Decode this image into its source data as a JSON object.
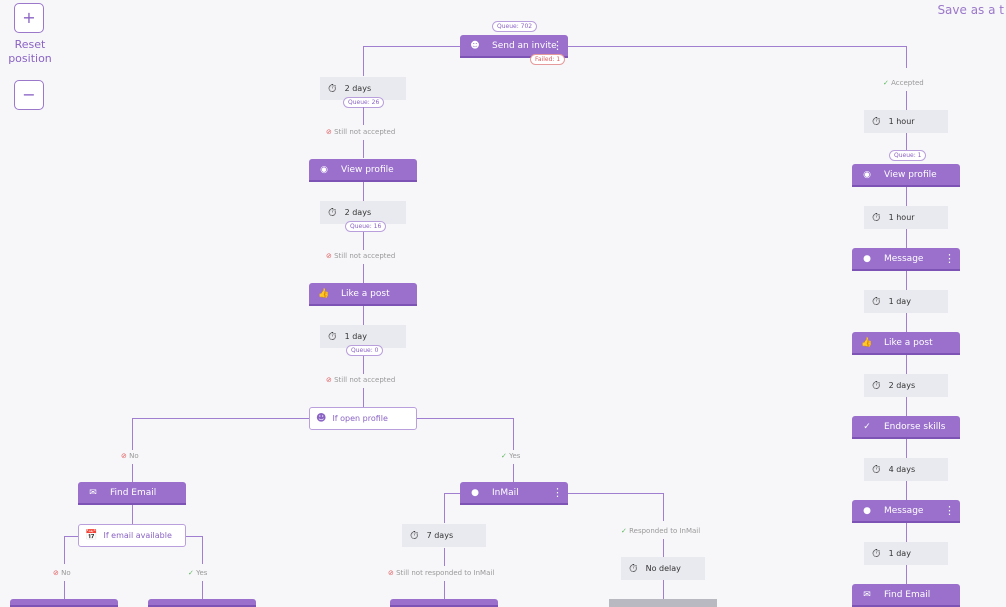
{
  "controls": {
    "zoom_in": "+",
    "reset": "Reset\nposition",
    "zoom_out": "−",
    "save": "Save as a t"
  },
  "start": {
    "label": "Send an invite",
    "queue": "Queue: 702",
    "failed": "Failed: 1"
  },
  "left_branch": {
    "delay1": "2 days",
    "queue1": "Queue: 26",
    "cond1": "Still not accepted",
    "act1": "View profile",
    "delay2": "2 days",
    "queue2": "Queue: 16",
    "cond2": "Still not accepted",
    "act2": "Like a post",
    "delay3": "1 day",
    "queue3": "Queue: 0",
    "cond3": "Still not accepted",
    "if_open": "If open profile",
    "no": "No",
    "yes": "Yes",
    "find_email": "Find Email",
    "if_email": "If email available",
    "no2": "No",
    "yes2": "Yes",
    "inmail": "InMail",
    "delay4": "7 days",
    "cond4": "Still not responded to InMail",
    "resp": "Responded to InMail",
    "no_delay": "No delay"
  },
  "right_branch": {
    "accepted": "Accepted",
    "d1": "1 hour",
    "queue1": "Queue: 1",
    "a1": "View profile",
    "d2": "1 hour",
    "a2": "Message",
    "d3": "1 day",
    "a3": "Like a post",
    "d4": "2 days",
    "a4": "Endorse skills",
    "d5": "4 days",
    "a5": "Message",
    "d6": "1 day",
    "a6": "Find Email"
  },
  "icons": {
    "person": "person-icon",
    "eye": "eye-icon",
    "thumb": "thumb-up-icon",
    "timer": "stopwatch-icon",
    "chat": "chat-icon",
    "check": "check-circle-icon",
    "mail": "mail-icon"
  }
}
